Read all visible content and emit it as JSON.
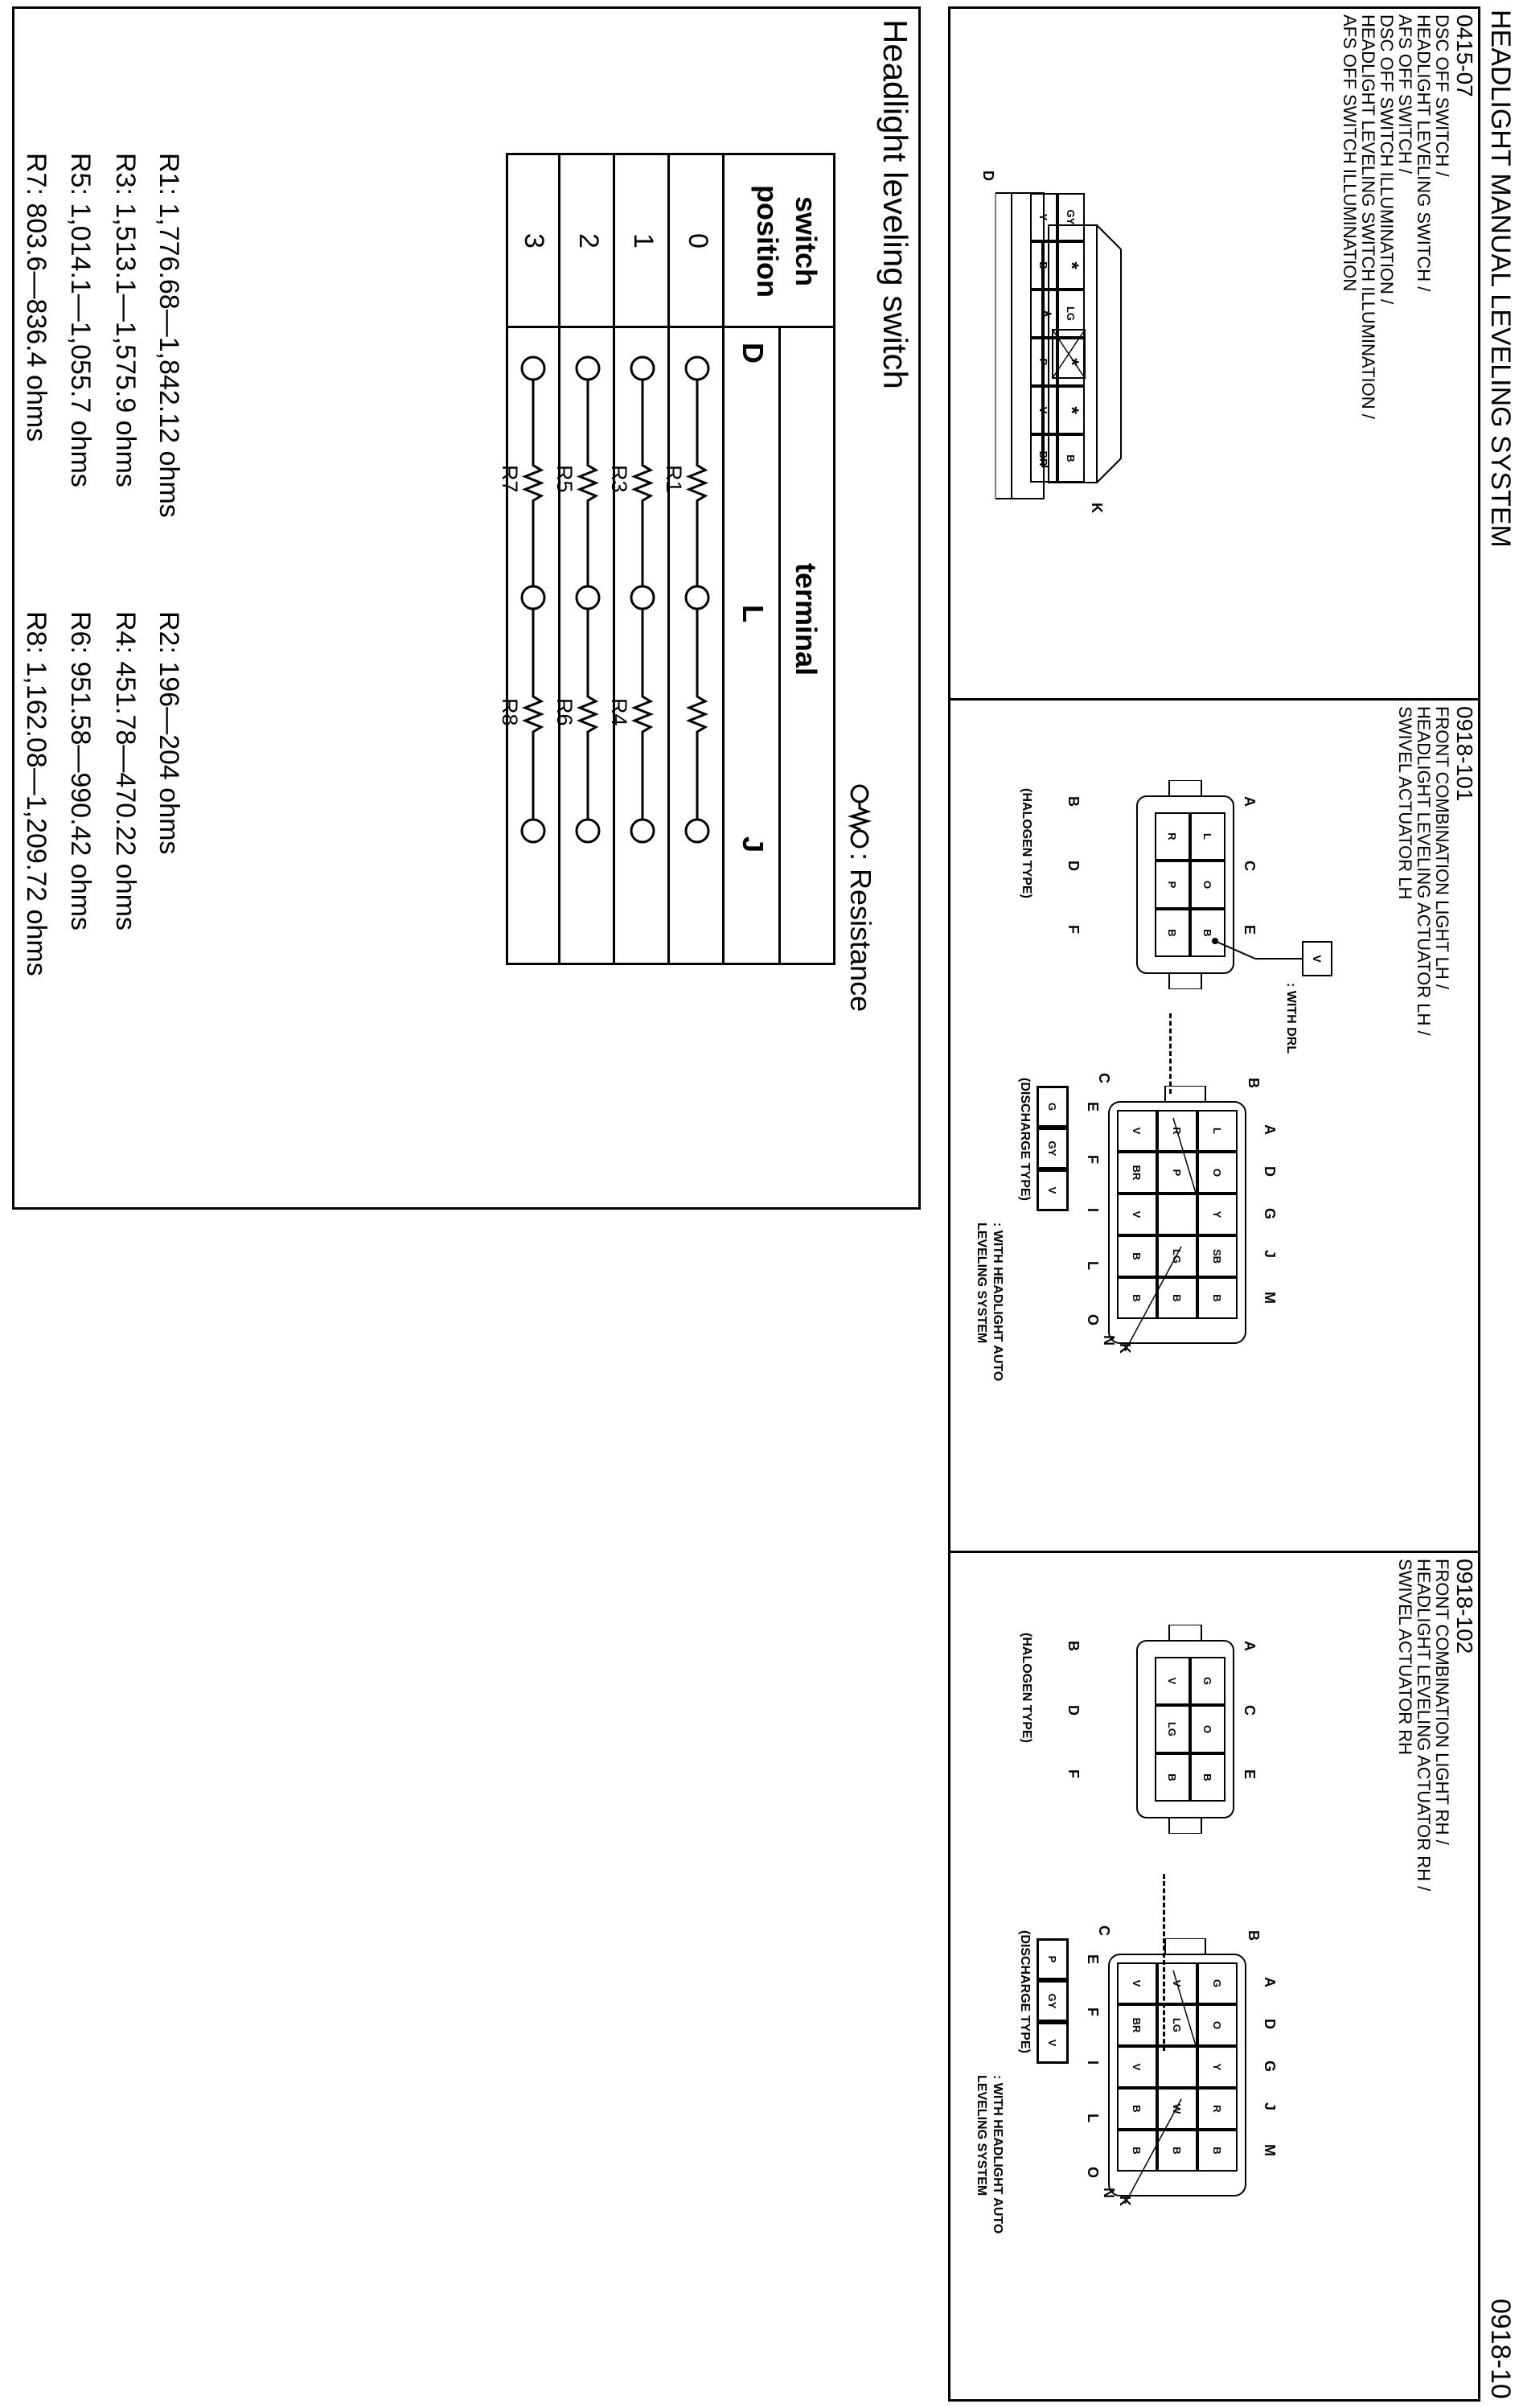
{
  "header": {
    "title": "HEADLIGHT MANUAL LEVELING SYSTEM",
    "page_code": "0918-10"
  },
  "panels": [
    {
      "code": "0415-07",
      "names": [
        "DSC OFF SWITCH /",
        "HEADLIGHT LEVELING SWITCH /",
        "AFS OFF SWITCH /",
        "DSC OFF SWITCH ILLUMINATION /",
        "HEADLIGHT LEVELING SWITCH ILLUMINATION /",
        "AFS OFF SWITCH ILLUMINATION"
      ],
      "connector": {
        "label_k": "K",
        "label_d": "D",
        "top_row": [
          "GY",
          "*",
          "LG",
          "*",
          "*",
          "B"
        ],
        "bottom_row": [
          "Y",
          "B",
          "*",
          "P",
          "V",
          "BR"
        ]
      }
    },
    {
      "code": "0918-101",
      "names": [
        "FRONT COMBINATION LIGHT LH /",
        "HEADLIGHT LEVELING ACTUATOR LH /",
        "SWIVEL ACTUATOR LH"
      ],
      "halogen": {
        "type_label": "(HALOGEN TYPE)",
        "pins_top": [
          "A",
          "C",
          "E"
        ],
        "pins_bottom": [
          "B",
          "D",
          "F"
        ],
        "rows": [
          [
            "L",
            "O",
            "B"
          ],
          [
            "R",
            "P",
            "B"
          ]
        ],
        "drl_wire": "V",
        "drl_note": ": WITH DRL"
      },
      "discharge": {
        "type_label": "(DISCHARGE TYPE)",
        "pins_top": [
          "A",
          "D",
          "G",
          "J",
          "M"
        ],
        "pins_bottom": [
          "E",
          "F",
          "I",
          "L",
          "O"
        ],
        "side_labels": [
          "B",
          "C",
          "K",
          "N"
        ],
        "rows": [
          [
            "L",
            "O",
            "Y",
            "SB",
            "B"
          ],
          [
            "R",
            "P",
            "",
            "LG",
            "B"
          ],
          [
            "V",
            "BR",
            "V",
            "B",
            "B"
          ]
        ],
        "extra": [
          "G",
          "GY",
          "V"
        ],
        "note": [
          ": WITH HEADLIGHT AUTO",
          "LEVELING SYSTEM"
        ]
      }
    },
    {
      "code": "0918-102",
      "names": [
        "FRONT COMBINATION LIGHT RH /",
        "HEADLIGHT LEVELING ACTUATOR RH /",
        "SWIVEL ACTUATOR RH"
      ],
      "halogen": {
        "type_label": "(HALOGEN TYPE)",
        "pins_top": [
          "A",
          "C",
          "E"
        ],
        "pins_bottom": [
          "B",
          "D",
          "F"
        ],
        "rows": [
          [
            "G",
            "O",
            "B"
          ],
          [
            "V",
            "LG",
            "B"
          ]
        ]
      },
      "discharge": {
        "type_label": "(DISCHARGE TYPE)",
        "pins_top": [
          "A",
          "D",
          "G",
          "J",
          "M"
        ],
        "pins_bottom": [
          "E",
          "F",
          "I",
          "L",
          "O"
        ],
        "side_labels": [
          "B",
          "C",
          "K",
          "N"
        ],
        "rows": [
          [
            "G",
            "O",
            "Y",
            "R",
            "B"
          ],
          [
            "V",
            "LG",
            "",
            "W",
            "B"
          ],
          [
            "V",
            "BR",
            "V",
            "B",
            "B"
          ]
        ],
        "extra": [
          "P",
          "GY",
          "V"
        ],
        "note": [
          ": WITH HEADLIGHT AUTO",
          "LEVELING SYSTEM"
        ]
      }
    }
  ],
  "switch_section": {
    "title": "Headlight leveling switch",
    "legend": ": Resistance",
    "col_position": [
      "switch",
      "position"
    ],
    "col_terminal": "terminal",
    "terminals": [
      "D",
      "L",
      "J"
    ],
    "positions": [
      "0",
      "1",
      "2",
      "3"
    ],
    "resistor_labels": {
      "r0_dl": "R1",
      "r1_dl": "R3",
      "r1_lj": "R4",
      "r2_dl": "R5",
      "r2_lj": "R6",
      "r3_dl": "R7",
      "r3_lj": "R8"
    },
    "values": {
      "r1": "R1: 1,776.68—1,842.12 ohms",
      "r2": "R2: 196—204 ohms",
      "r3": "R3: 1,513.1—1,575.9 ohms",
      "r4": "R4: 451.78—470.22 ohms",
      "r5": "R5: 1,014.1—1,055.7 ohms",
      "r6": "R6: 951.58—990.42 ohms",
      "r7": "R7: 803.6—836.4 ohms",
      "r8": "R8: 1,162.08—1,209.72 ohms"
    }
  }
}
